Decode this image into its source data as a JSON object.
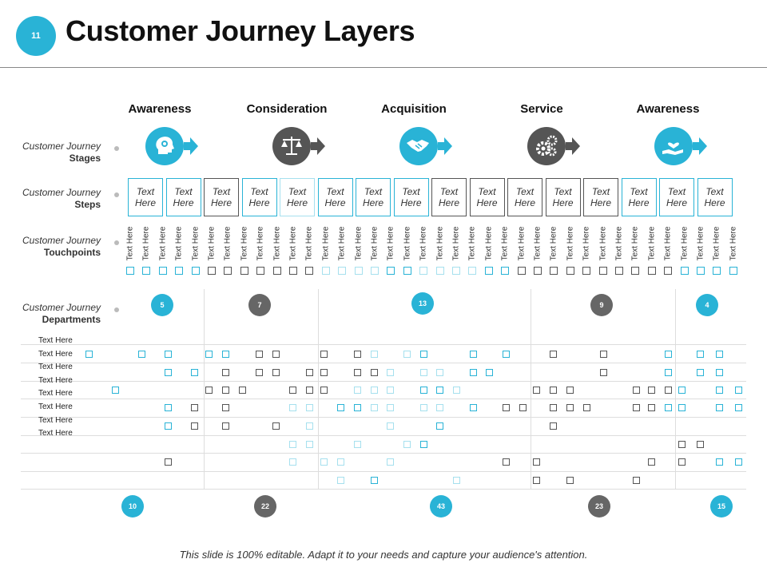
{
  "slide": {
    "number": "11",
    "title": "Customer Journey Layers"
  },
  "stages": [
    {
      "label": "Awareness",
      "icon": "head-gears-icon",
      "color": "#29b3d6"
    },
    {
      "label": "Consideration",
      "icon": "scales-icon",
      "color": "#555555"
    },
    {
      "label": "Acquisition",
      "icon": "handshake-icon",
      "color": "#29b3d6"
    },
    {
      "label": "Service",
      "icon": "gears-icon",
      "color": "#555555"
    },
    {
      "label": "Awareness",
      "icon": "hand-heart-icon",
      "color": "#29b3d6"
    }
  ],
  "rows": {
    "stages": {
      "line1": "Customer Journey",
      "line2": "Stages"
    },
    "steps": {
      "line1": "Customer Journey",
      "line2": "Steps"
    },
    "touchpoints": {
      "line1": "Customer Journey",
      "line2": "Touchpoints"
    },
    "departments": {
      "line1": "Customer Journey",
      "line2": "Departments"
    }
  },
  "step_text": [
    "Text",
    "Here"
  ],
  "steps_tone": [
    "b",
    "b",
    "d",
    "b",
    "l",
    "b",
    "b",
    "b",
    "d",
    "d",
    "d",
    "d",
    "d",
    "b",
    "b",
    "b"
  ],
  "touchpoint_text": "Text Here",
  "touchpoints_tone": [
    "b",
    "b",
    "b",
    "b",
    "b",
    "d",
    "d",
    "d",
    "d",
    "d",
    "d",
    "d",
    "l",
    "l",
    "l",
    "l",
    "b",
    "b",
    "l",
    "l",
    "l",
    "l",
    "b",
    "b",
    "d",
    "d",
    "d",
    "d",
    "d",
    "d",
    "d",
    "d",
    "d",
    "d",
    "b",
    "b",
    "b",
    "b"
  ],
  "departments": [
    "Text Here",
    "Text Here",
    "Text Here",
    "Text Here",
    "Text Here",
    "Text Here",
    "Text Here",
    "Text Here"
  ],
  "top_counts": [
    {
      "value": "5",
      "color": "blue"
    },
    {
      "value": "7",
      "color": "dark"
    },
    {
      "value": "13",
      "color": "blue"
    },
    {
      "value": "9",
      "color": "dark"
    },
    {
      "value": "4",
      "color": "blue"
    }
  ],
  "bottom_counts": [
    {
      "value": "10",
      "color": "blue"
    },
    {
      "value": "22",
      "color": "dark"
    },
    {
      "value": "43",
      "color": "blue"
    },
    {
      "value": "23",
      "color": "dark"
    },
    {
      "value": "15",
      "color": "blue"
    }
  ],
  "grid_columns": [
    111,
    144,
    177,
    210,
    243,
    261,
    282,
    303,
    324,
    345,
    366,
    387,
    405,
    426,
    447,
    468,
    488,
    509,
    530,
    550,
    571,
    592,
    612,
    633,
    654,
    671,
    692,
    713,
    734,
    755,
    775,
    796,
    815,
    836,
    853,
    876,
    900,
    924
  ],
  "grid_rows": [
    "b.b.b.b.b.d.d...d.d.l.l.b...b.b...d....d....b.b.b.",
    "....b.b.d..d.d.d.d.d.d.l.l.l.b.b.........d.....b.b.b.",
    ".b.....d.d.d...d.d.d.l.l.l.b.b.l......d.d.d....d.d.d.b.b.b",
    "....b..d..d.....l.l.b.b.l.l.l..l.b...d.d.d.d.d...d.d.b.b.b.b",
    "....b.d..d...d.l.......l...b.........d...............",
    "...............l.l...l...l.b......................d.d...",
    ".....d.........l.l.l...l..........d.d..........d.d..b.b",
    "...................l.b.......l......d.d.....d........."
  ],
  "footer": "This slide is 100% editable. Adapt it to your needs and capture your audience's attention."
}
